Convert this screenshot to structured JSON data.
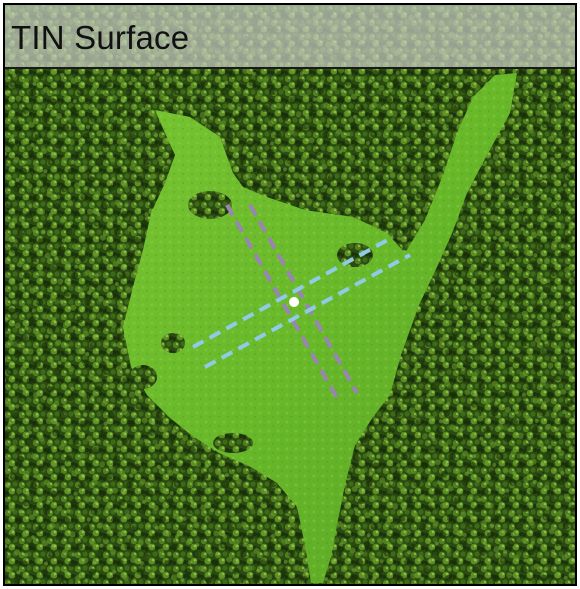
{
  "map": {
    "title": "TIN Surface",
    "colors": {
      "forest_dark": "#1d3a0c",
      "forest_light": "#6ea52c",
      "clearing": "#6cc02a",
      "transect_purple": "#9a84b6",
      "transect_blue": "#8fcbe6",
      "point": "#ffffff"
    },
    "layers": [
      "forest-canopy",
      "clearing-surface",
      "transects",
      "center-point"
    ]
  }
}
